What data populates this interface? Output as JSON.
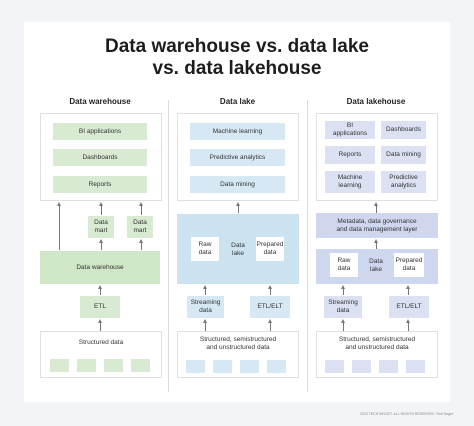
{
  "title_line1": "Data warehouse vs. data lake",
  "title_line2": "vs. data lakehouse",
  "columns": {
    "warehouse": {
      "heading": "Data warehouse",
      "apps": [
        "BI applications",
        "Dashboards",
        "Reports"
      ],
      "mart": "Data\nmart",
      "core": "Data warehouse",
      "etl": "ETL",
      "source": "Structured data"
    },
    "lake": {
      "heading": "Data lake",
      "apps": [
        "Machine learning",
        "Predictive analytics",
        "Data mining"
      ],
      "raw": "Raw\ndata",
      "lake": "Data\nlake",
      "prepared": "Prepared\ndata",
      "streaming": "Streaming\ndata",
      "etl": "ETL/ELT",
      "source": "Structured, semistructured\nand unstructured data"
    },
    "lakehouse": {
      "heading": "Data lakehouse",
      "apps": [
        "BI\napplications",
        "Dashboards",
        "Reports",
        "Data mining",
        "Machine\nlearning",
        "Predictive\nanalytics"
      ],
      "metadata": "Metadata, data governance\nand data management layer",
      "raw": "Raw\ndata",
      "lake": "Data\nlake",
      "prepared": "Prepared\ndata",
      "streaming": "Streaming\ndata",
      "etl": "ETL/ELT",
      "source": "Structured, semistructured\nand unstructured data"
    }
  },
  "colors": {
    "warehouse": "#d8ead2",
    "lake": "#d5e8f4",
    "lakehouse": "#dbe1f2"
  },
  "credit": "2023 TECHTARGET. ALL RIGHTS RESERVED. TechTarget"
}
